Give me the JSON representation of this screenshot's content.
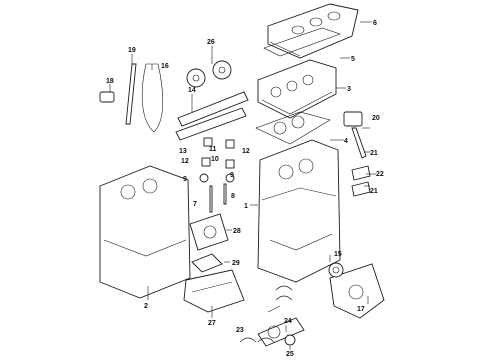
{
  "diagram": {
    "callouts": {
      "c1": "1",
      "c2": "2",
      "c3": "3",
      "c4": "4",
      "c5": "5",
      "c6": "6",
      "c7": "7",
      "c8": "8",
      "c9a": "9",
      "c9b": "9",
      "c10": "10",
      "c11": "11",
      "c12a": "12",
      "c12b": "12",
      "c13": "13",
      "c14": "14",
      "c15": "15",
      "c16": "16",
      "c17": "17",
      "c18": "18",
      "c19": "19",
      "c20": "20",
      "c21a": "21",
      "c21b": "21",
      "c22": "22",
      "c23": "23",
      "c24": "24",
      "c25": "25",
      "c26": "26",
      "c27": "27",
      "c28": "28",
      "c29": "29"
    }
  }
}
